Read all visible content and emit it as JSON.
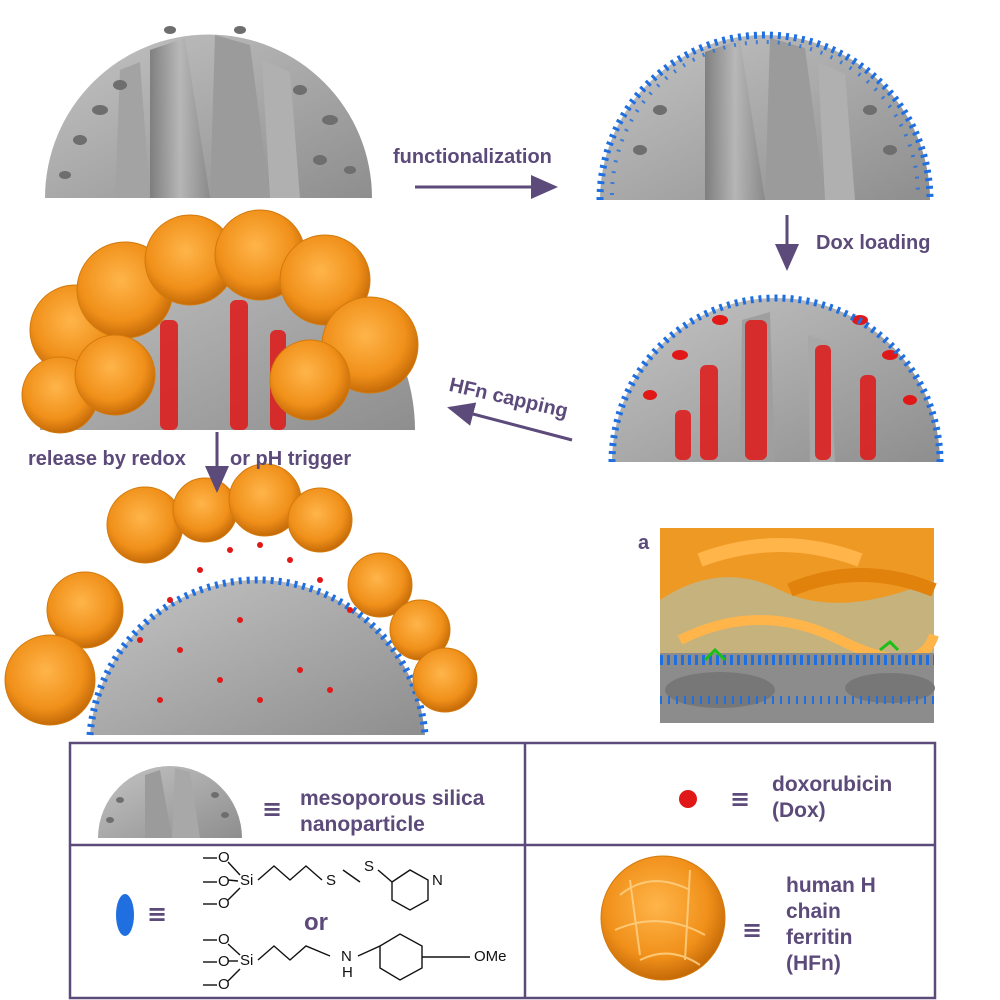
{
  "steps": {
    "functionalization": "functionalization",
    "dox_loading": "Dox loading",
    "hfn_capping": "HFn capping",
    "release_part1": "release by redox",
    "release_part2": "or pH trigger"
  },
  "inset": {
    "label": "a"
  },
  "legend": {
    "equiv_symbol": "≡",
    "msn": [
      "mesoporous silica",
      "nanoparticle"
    ],
    "dox": [
      "doxorubicin",
      "(Dox)"
    ],
    "hfn": [
      "human H",
      "chain",
      "ferritin",
      "(HFn)"
    ],
    "linker_or": "or",
    "chem": {
      "si": "Si",
      "s": "S",
      "n": "N",
      "nh": "N",
      "h": "H",
      "ome": "OMe",
      "o": "O"
    }
  },
  "colors": {
    "arrow": "#5c4a7a",
    "silica": "#a9a9a9",
    "linker": "#1f6fe0",
    "dox": "#e01818",
    "ferritin": "#f3961c",
    "frame": "#5c4a7a"
  }
}
